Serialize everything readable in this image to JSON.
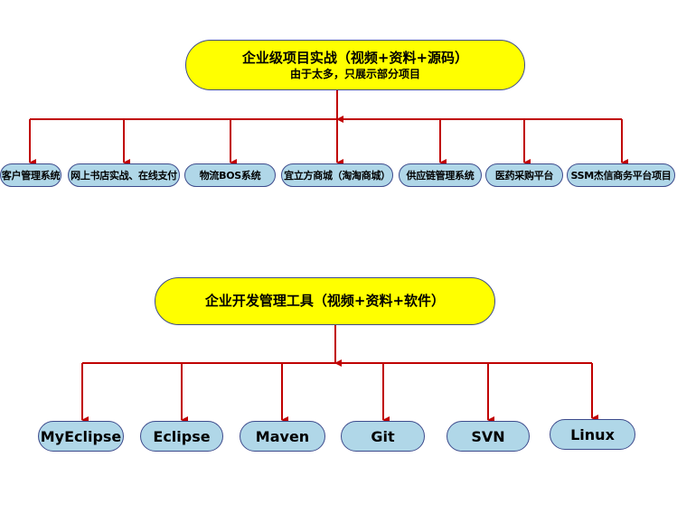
{
  "top_tree": {
    "title": "企业级项目实战（视频+资料+源码）",
    "subtitle": "由于太多，只展示部分项目",
    "children": [
      "客户管理系统",
      "网上书店实战、在线支付",
      "物流BOS系统",
      "宜立方商城（淘淘商城）",
      "供应链管理系统",
      "医药采购平台",
      "SSM杰信商务平台项目"
    ]
  },
  "bottom_tree": {
    "title": "企业开发管理工具（视频+资料+软件）",
    "children": [
      "MyEclipse",
      "Eclipse",
      "Maven",
      "Git",
      "SVN",
      "Linux"
    ]
  },
  "colors": {
    "root_fill": "#ffff00",
    "node_fill": "#b0d7e8",
    "border": "#3d4b8c",
    "connector": "#c00000"
  }
}
